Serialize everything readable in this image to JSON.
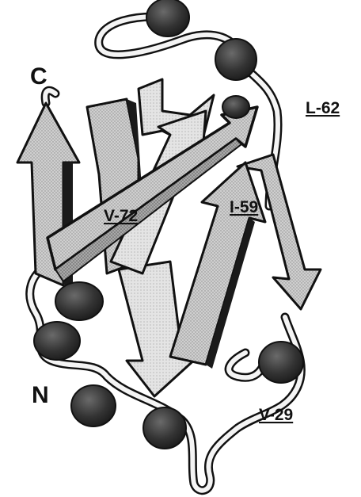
{
  "labels": {
    "c_terminus": "C",
    "n_terminus": "N",
    "residue_l62": "L-62",
    "residue_v72": "V-72",
    "residue_i59": "I-59",
    "residue_v29": "V-29"
  },
  "colors": {
    "strand_fill": "#c9c9c9",
    "strand_light": "#e2e2e2",
    "strand_dark": "#9a9a9a",
    "outline": "#111111",
    "sphere": "#3a3a3a",
    "loop": "#f4f4f4"
  },
  "icons": [
    "c-terminus-arrow",
    "beta-strand-arrows",
    "residue-spheres",
    "loop-tube"
  ]
}
